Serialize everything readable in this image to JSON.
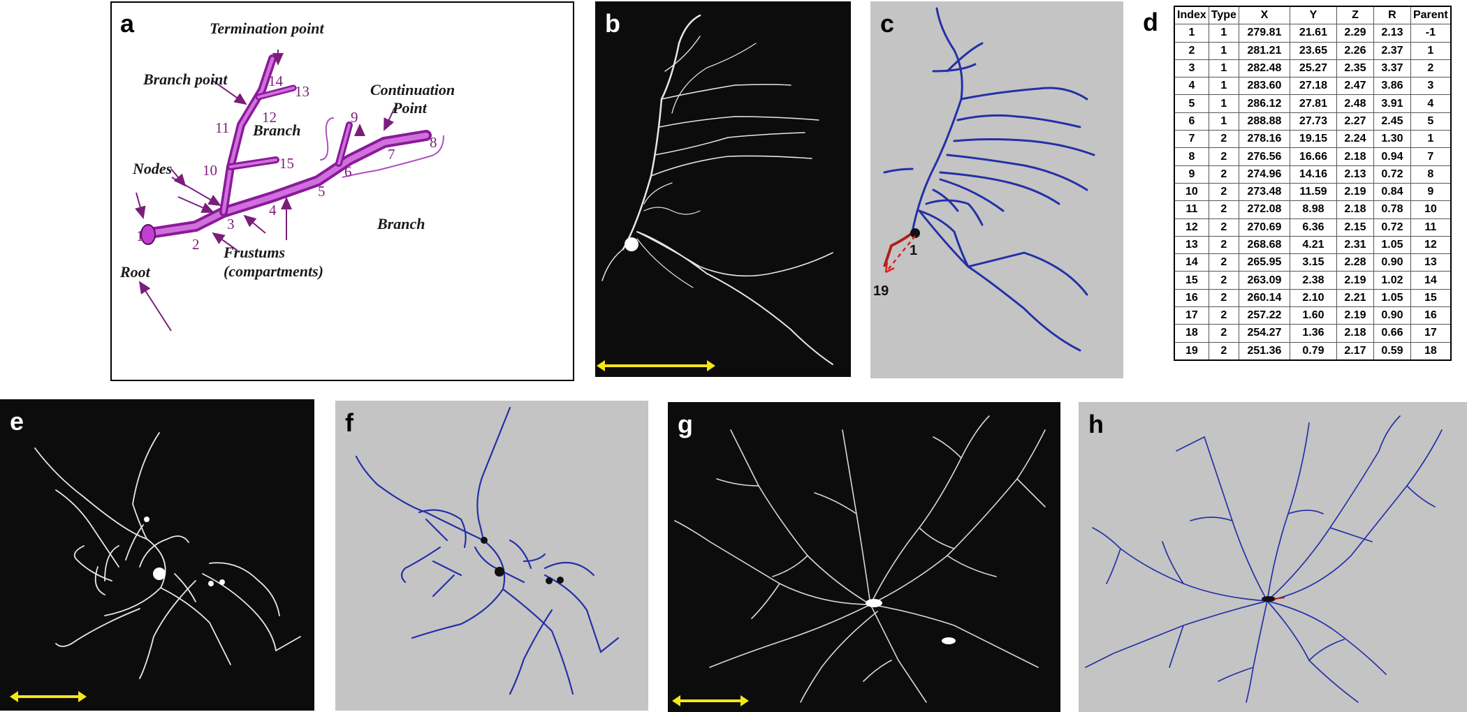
{
  "panels": {
    "a": {
      "letter": "a",
      "annotations": {
        "termination": "Termination point",
        "branch_point": "Branch point",
        "continuation": "Continuation",
        "continuation2": "Point",
        "branch1": "Branch",
        "branch2": "Branch",
        "nodes": "Nodes",
        "frustums1": "Frustums",
        "frustums2": "(compartments)",
        "root": "Root"
      },
      "node_numbers": [
        "1",
        "2",
        "3",
        "4",
        "5",
        "6",
        "7",
        "8",
        "9",
        "10",
        "11",
        "12",
        "13",
        "14",
        "15"
      ]
    },
    "b": {
      "letter": "b"
    },
    "c": {
      "letter": "c",
      "label_1": "1",
      "label_19": "19"
    },
    "d": {
      "letter": "d",
      "table": {
        "headers": [
          "Index",
          "Type",
          "X",
          "Y",
          "Z",
          "R",
          "Parent"
        ],
        "rows": [
          [
            "1",
            "1",
            "279.81",
            "21.61",
            "2.29",
            "2.13",
            "-1"
          ],
          [
            "2",
            "1",
            "281.21",
            "23.65",
            "2.26",
            "2.37",
            "1"
          ],
          [
            "3",
            "1",
            "282.48",
            "25.27",
            "2.35",
            "3.37",
            "2"
          ],
          [
            "4",
            "1",
            "283.60",
            "27.18",
            "2.47",
            "3.86",
            "3"
          ],
          [
            "5",
            "1",
            "286.12",
            "27.81",
            "2.48",
            "3.91",
            "4"
          ],
          [
            "6",
            "1",
            "288.88",
            "27.73",
            "2.27",
            "2.45",
            "5"
          ],
          [
            "7",
            "2",
            "278.16",
            "19.15",
            "2.24",
            "1.30",
            "1"
          ],
          [
            "8",
            "2",
            "276.56",
            "16.66",
            "2.18",
            "0.94",
            "7"
          ],
          [
            "9",
            "2",
            "274.96",
            "14.16",
            "2.13",
            "0.72",
            "8"
          ],
          [
            "10",
            "2",
            "273.48",
            "11.59",
            "2.19",
            "0.84",
            "9"
          ],
          [
            "11",
            "2",
            "272.08",
            "8.98",
            "2.18",
            "0.78",
            "10"
          ],
          [
            "12",
            "2",
            "270.69",
            "6.36",
            "2.15",
            "0.72",
            "11"
          ],
          [
            "13",
            "2",
            "268.68",
            "4.21",
            "2.31",
            "1.05",
            "12"
          ],
          [
            "14",
            "2",
            "265.95",
            "3.15",
            "2.28",
            "0.90",
            "13"
          ],
          [
            "15",
            "2",
            "263.09",
            "2.38",
            "2.19",
            "1.02",
            "14"
          ],
          [
            "16",
            "2",
            "260.14",
            "2.10",
            "2.21",
            "1.05",
            "15"
          ],
          [
            "17",
            "2",
            "257.22",
            "1.60",
            "2.19",
            "0.90",
            "16"
          ],
          [
            "18",
            "2",
            "254.27",
            "1.36",
            "2.18",
            "0.66",
            "17"
          ],
          [
            "19",
            "2",
            "251.36",
            "0.79",
            "2.17",
            "0.59",
            "18"
          ]
        ]
      }
    },
    "e": {
      "letter": "e"
    },
    "f": {
      "letter": "f"
    },
    "g": {
      "letter": "g"
    },
    "h": {
      "letter": "h"
    }
  },
  "colors": {
    "neuron_blue": "#2430a8",
    "soma_red": "#b0201a",
    "arrow_red": "#e02020",
    "segment_purple": "#a020b0",
    "scale_yellow": "#f5e61a",
    "panel_gray": "#c4c4c4"
  }
}
